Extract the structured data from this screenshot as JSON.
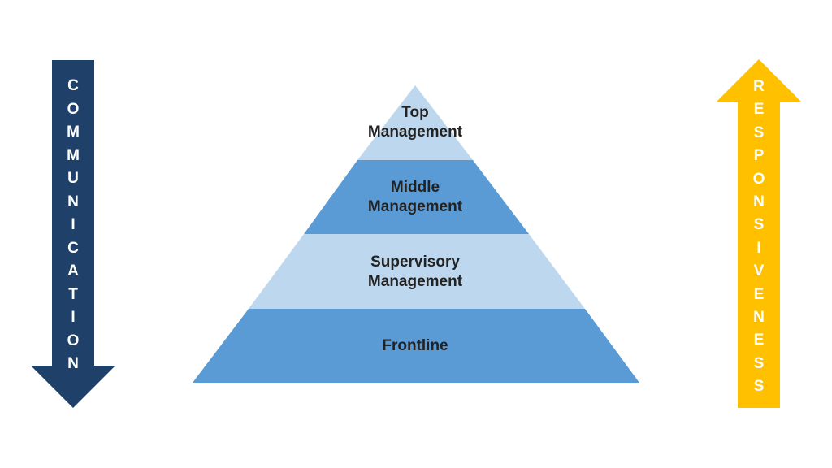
{
  "colors": {
    "dark_navy": "#1f4068",
    "gold": "#ffc000",
    "light_blue": "#bdd7ee",
    "mid_blue": "#5b9bd5",
    "text_dark": "#222222",
    "arrow_text": "#ffffff"
  },
  "pyramid": {
    "levels": [
      {
        "line1": "Top",
        "line2": "Management"
      },
      {
        "line1": "Middle",
        "line2": "Management"
      },
      {
        "line1": "Supervisory",
        "line2": "Management"
      },
      {
        "line1": "Frontline",
        "line2": ""
      }
    ]
  },
  "left_arrow": {
    "direction": "down",
    "text": "COMMUNICATION"
  },
  "right_arrow": {
    "direction": "up",
    "text": "RESPONSIVENESS"
  }
}
